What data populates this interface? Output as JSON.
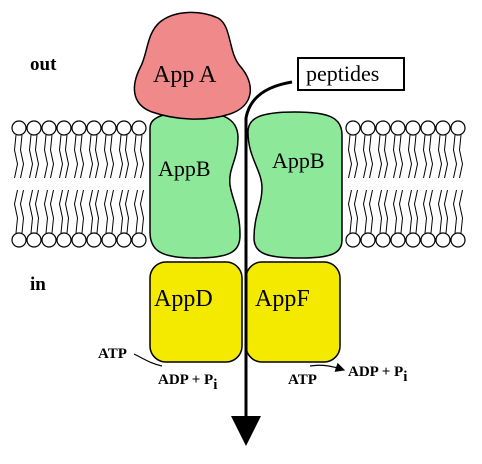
{
  "labels": {
    "out": "out",
    "in": "in",
    "peptides": "peptides"
  },
  "proteins": {
    "app_a": "App A",
    "app_b_left": "AppB",
    "app_b_right": "AppB",
    "app_d": "AppD",
    "app_f": "AppF"
  },
  "atp_left": {
    "atp": "ATP",
    "products": "ADP + P",
    "subscript": "i"
  },
  "atp_right": {
    "atp": "ATP",
    "products": "ADP + P",
    "subscript": "i"
  },
  "colors": {
    "app_a": "#f08a8a",
    "app_b": "#8ee89a",
    "app_d_f": "#f4ea00",
    "outline": "#000000"
  }
}
